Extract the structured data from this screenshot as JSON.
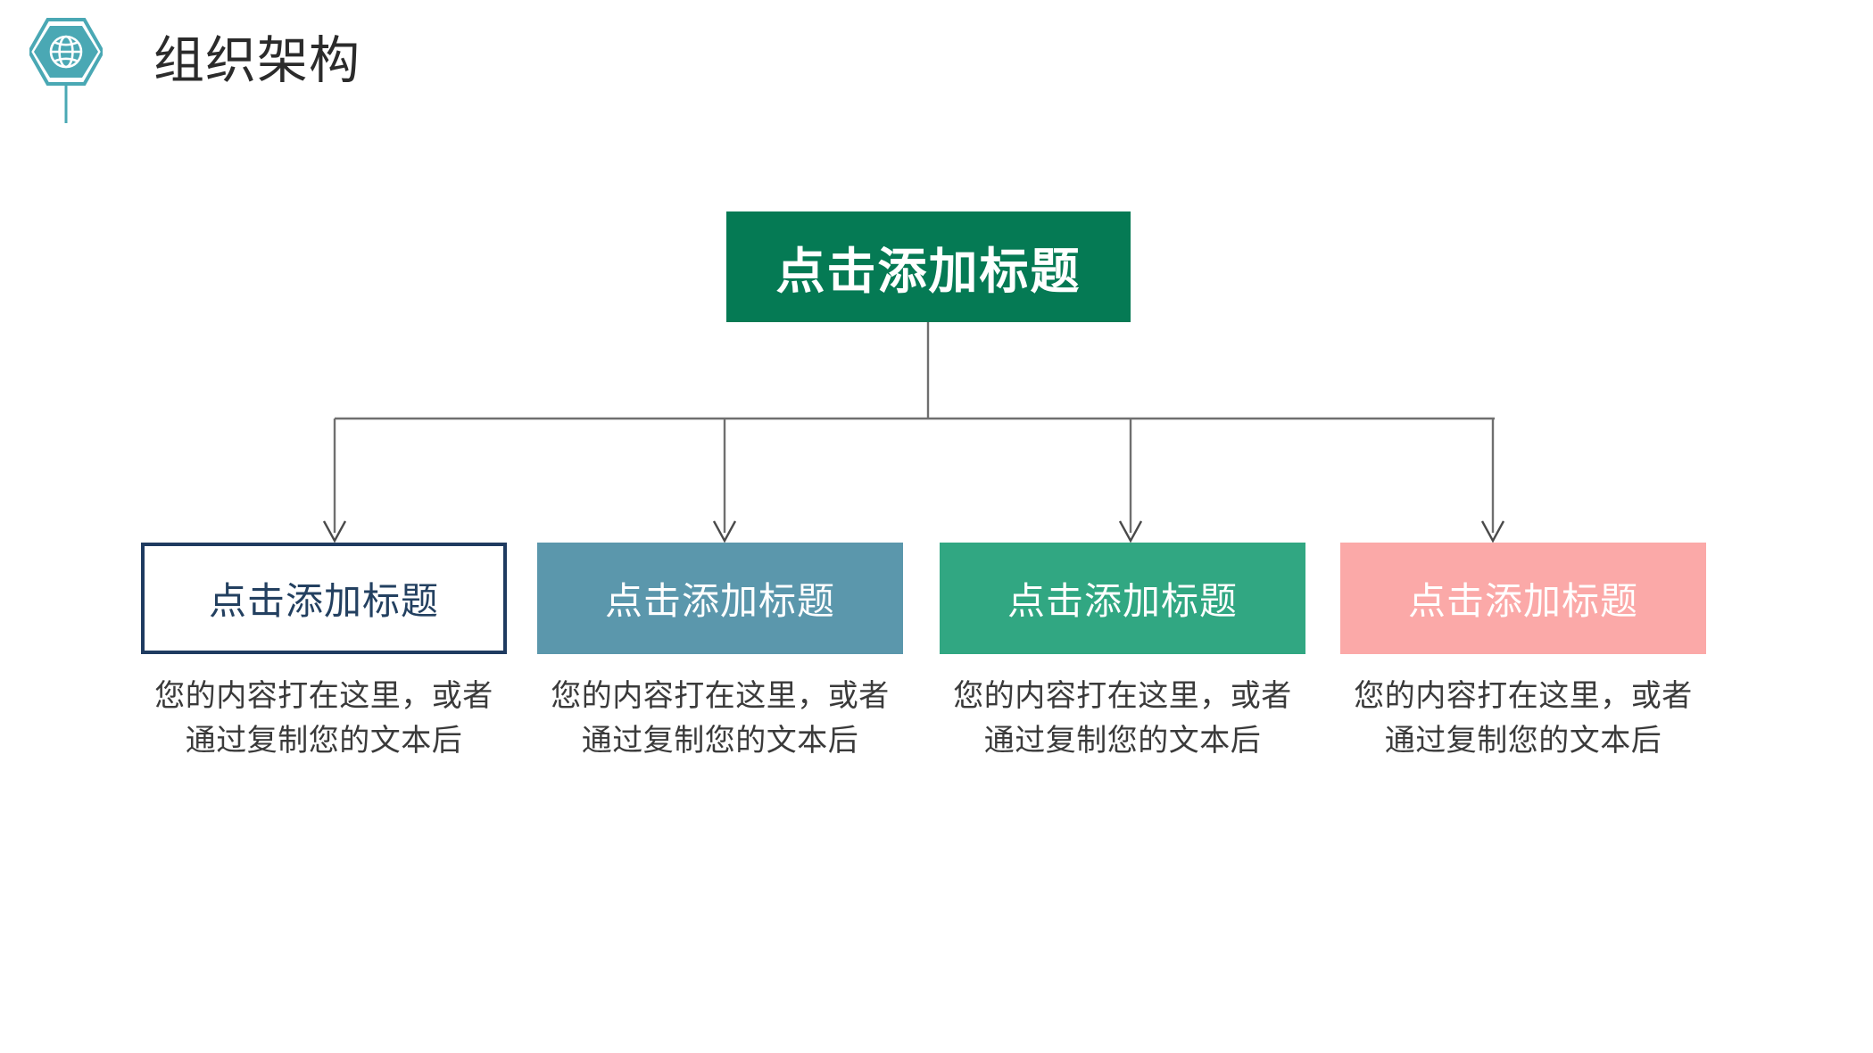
{
  "header": {
    "icon": "globe-hexagon-icon",
    "title": "组织架构",
    "icon_color": "#4aa8b4",
    "title_color": "#2b2b2b"
  },
  "root": {
    "label": "点击添加标题",
    "fill": "#057a54",
    "text_color": "#ffffff"
  },
  "connector": {
    "color": "#6f6f6f"
  },
  "children": [
    {
      "label": "点击添加标题",
      "fill": "#ffffff",
      "border_color": "#1f3b60",
      "text_color": "#234060",
      "caption_line1": "您的内容打在这里，或者",
      "caption_line2": "通过复制您的文本后"
    },
    {
      "label": "点击添加标题",
      "fill": "#5b97ac",
      "border_color": "",
      "text_color": "#ffffff",
      "caption_line1": "您的内容打在这里，或者",
      "caption_line2": "通过复制您的文本后"
    },
    {
      "label": "点击添加标题",
      "fill": "#31a782",
      "border_color": "",
      "text_color": "#ffffff",
      "caption_line1": "您的内容打在这里，或者",
      "caption_line2": "通过复制您的文本后"
    },
    {
      "label": "点击添加标题",
      "fill": "#fba9a8",
      "border_color": "",
      "text_color": "#ffffff",
      "caption_line1": "您的内容打在这里，或者",
      "caption_line2": "通过复制您的文本后"
    }
  ]
}
